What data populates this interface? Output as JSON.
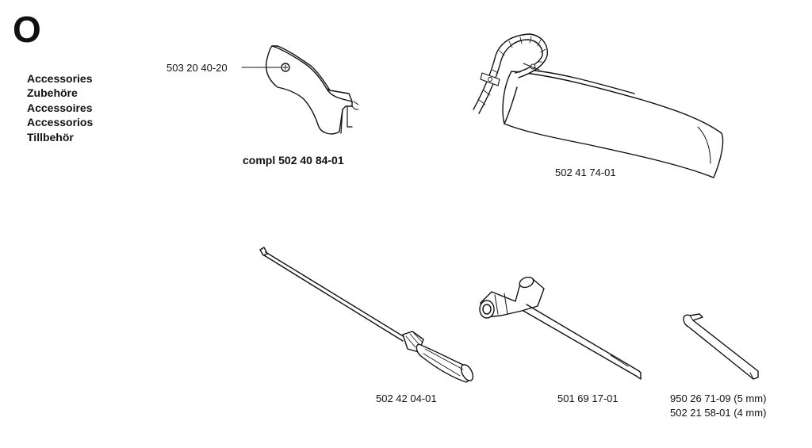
{
  "section": "O",
  "titles": [
    "Accessories",
    "Zubehöre",
    "Accessoires",
    "Accessorios",
    "Tillbehör"
  ],
  "parts": {
    "guard_screw": "503 20 40-20",
    "guard_complete": "compl 502 40 84-01",
    "scabbard": "502 41 74-01",
    "screwdriver": "502 42 04-01",
    "combination_wrench": "501 69 17-01",
    "hex_key_5mm": "950 26 71-09 (5 mm)",
    "hex_key_4mm": "502 21 58-01 (4 mm)"
  }
}
